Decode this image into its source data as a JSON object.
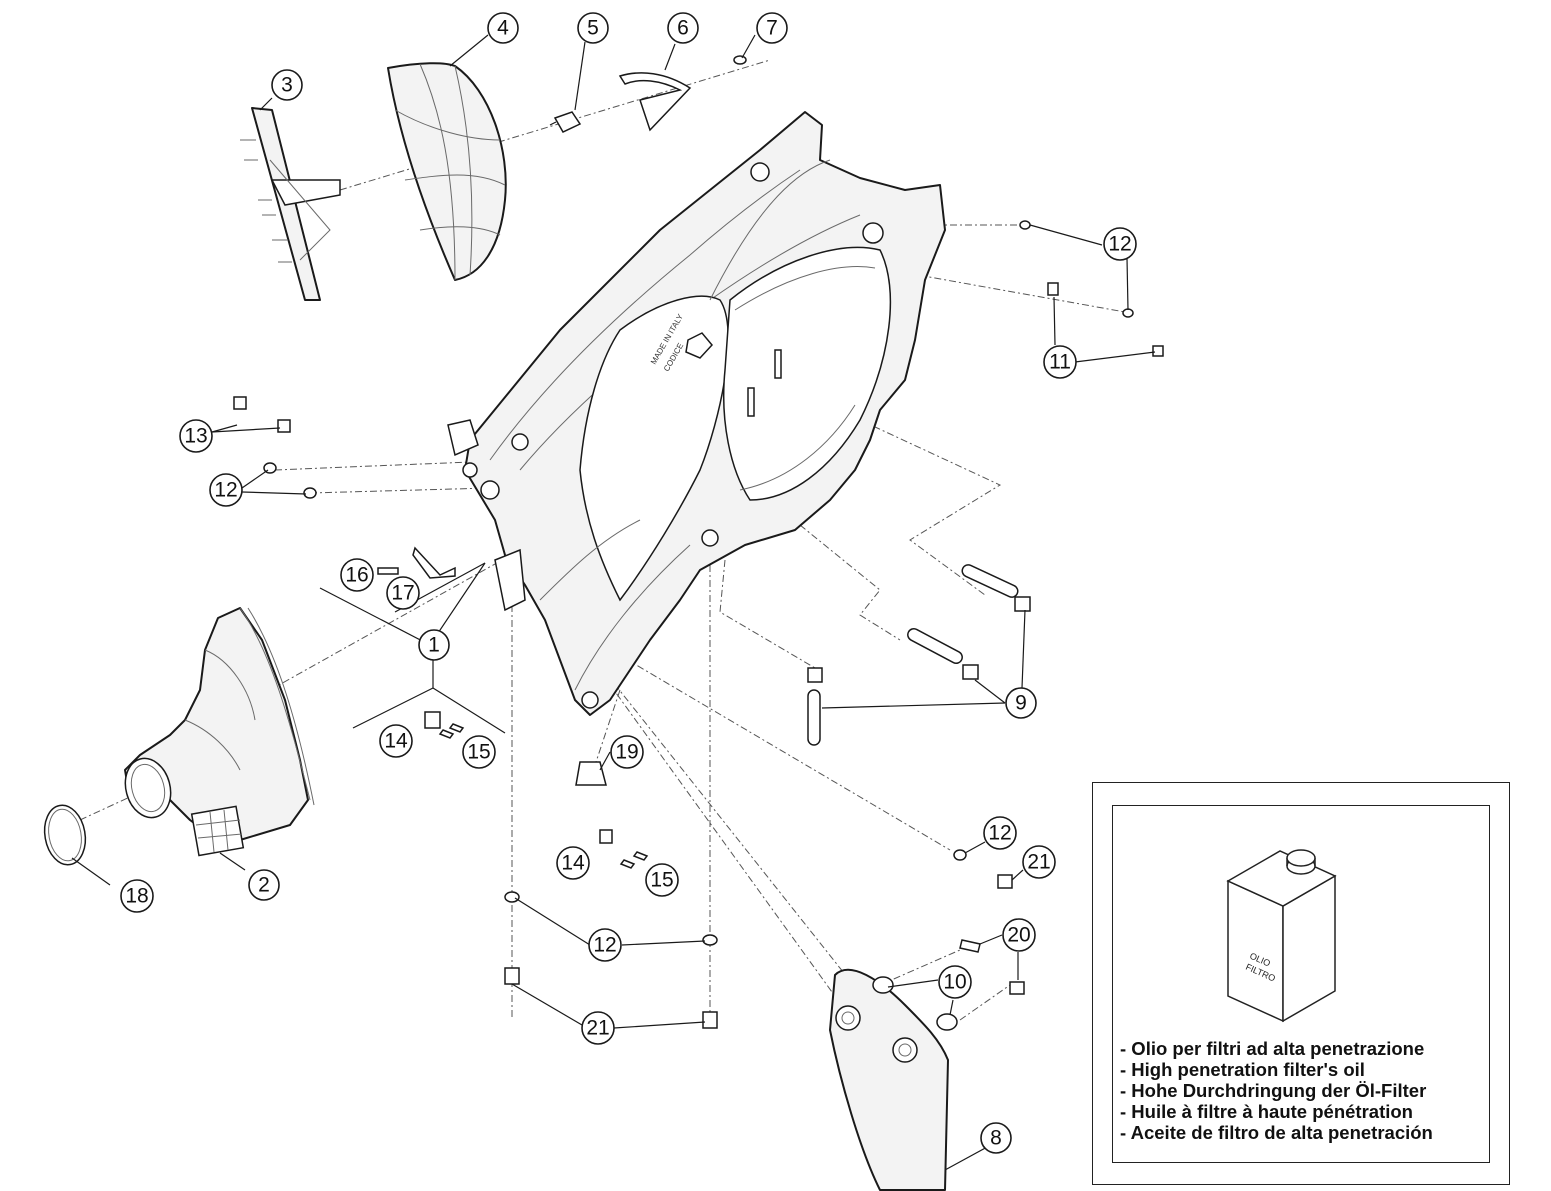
{
  "callouts": {
    "c1": "1",
    "c2": "2",
    "c3": "3",
    "c4": "4",
    "c5": "5",
    "c6": "6",
    "c7": "7",
    "c8": "8",
    "c9": "9",
    "c10": "10",
    "c11": "11",
    "c12a": "12",
    "c12b": "12",
    "c12c": "12",
    "c12d": "12",
    "c13": "13",
    "c14a": "14",
    "c14b": "14",
    "c15a": "15",
    "c15b": "15",
    "c16": "16",
    "c17": "17",
    "c18": "18",
    "c19": "19",
    "c20": "20",
    "c21a": "21",
    "c21b": "21"
  },
  "legend": {
    "can_label_line1": "OLIO",
    "can_label_line2": "FILTRO",
    "lines": [
      "- Olio per filtri ad alta penetrazione",
      "- High penetration filter's oil",
      "- Hohe Durchdringung der Öl-Filter",
      "- Huile à filtre à haute pénétration",
      "- Aceite de filtro de alta penetración"
    ]
  },
  "airbox_markings": {
    "line1": "MADE IN ITALY",
    "line2": "CODICE"
  },
  "colors": {
    "line": "#1a1a1a",
    "part_fill": "#f3f3f3",
    "background": "#ffffff"
  }
}
